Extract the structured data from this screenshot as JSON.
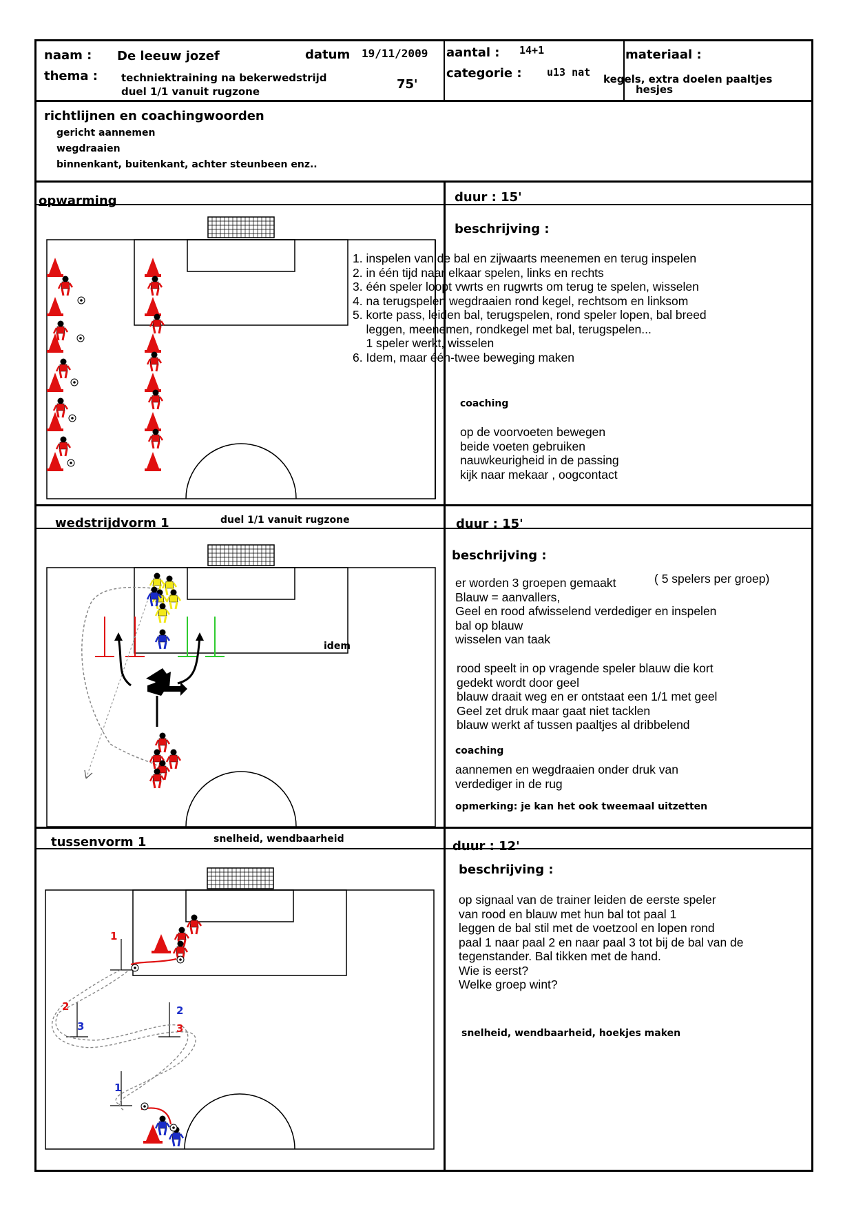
{
  "header": {
    "naam_label": "naam :",
    "naam_value": "De leeuw jozef",
    "datum_label": "datum",
    "datum_value": "19/11/2009",
    "thema_label": "thema :",
    "thema_line1": "techniektraining na bekerwedstrijd",
    "thema_line2": "duel 1/1 vanuit rugzone",
    "duration_total": "75'",
    "aantal_label": "aantal :",
    "aantal_value": "14+1",
    "categorie_label": "categorie :",
    "categorie_value": "u13 nat",
    "materiaal_label": "materiaal :",
    "materiaal_line1": "kegels, extra doelen paaltjes",
    "materiaal_line2": "hesjes"
  },
  "guidelines": {
    "title": "richtlijnen en coachingwoorden",
    "items": [
      "gericht aannemen",
      "wegdraaien",
      "binnenkant, buitenkant, achter steunbeen enz.."
    ]
  },
  "sections": [
    {
      "title": "opwarming",
      "subtitle": "",
      "duur": "duur : 15'",
      "beschrijving_label": "beschrijving :",
      "lines": [
        "1. inspelen van de bal en zijwaarts meenemen en terug inspelen",
        "2. in één tijd naar elkaar spelen, links en rechts",
        "3. één speler loopt vwrts en rugwrts om terug te spelen, wisselen",
        "4. na terugspelen wegdraaien rond kegel, rechtsom en linksom",
        "5. korte pass, leiden bal, terugspelen, rond speler lopen, bal breed",
        "    leggen, meenemen, rondkegel met bal, terugspelen...",
        "    1 speler werkt, wisselen",
        "6. Idem, maar één-twee beweging maken"
      ],
      "coaching_label": "coaching",
      "coaching": [
        "op de voorvoeten bewegen",
        "beide voeten gebruiken",
        "nauwkeurigheid in de passing",
        "kijk naar mekaar , oogcontact"
      ]
    },
    {
      "title": "wedstrijdvorm 1",
      "subtitle": "duel 1/1 vanuit rugzone",
      "duur": "duur : 15'",
      "beschrijving_label": "beschrijving :",
      "groepen": "( 5 spelers per groep)",
      "lines_a": [
        "er worden 3 groepen gemaakt",
        "Blauw = aanvallers,",
        "Geel en rood afwisselend verdediger en inspelen",
        "bal op blauw",
        "wisselen van taak"
      ],
      "lines_b": [
        "rood speelt in op vragende speler blauw die kort",
        "gedekt wordt door geel",
        "blauw draait weg en er ontstaat een 1/1 met geel",
        "Geel zet druk maar gaat niet tacklen",
        "blauw werkt af tussen paaltjes al dribbelend"
      ],
      "coaching_label": "coaching",
      "coaching": [
        "aannemen en wegdraaien onder druk van",
        "verdediger in de rug"
      ],
      "opmerking": "opmerking: je kan het ook tweemaal uitzetten",
      "field_label": "idem"
    },
    {
      "title": "tussenvorm 1",
      "subtitle": "snelheid, wendbaarheid",
      "duur": "duur : 12'",
      "beschrijving_label": "beschrijving :",
      "lines": [
        "op signaal van de trainer leiden de eerste speler",
        "van rood en blauw met hun bal tot paal 1",
        "leggen de bal stil met de voetzool en lopen rond",
        "paal 1 naar paal 2 en naar paal 3 tot bij de bal van de",
        "tegenstander. Bal tikken met de hand.",
        "Wie is eerst?",
        "Welke groep wint?"
      ],
      "note": "snelheid, wendbaarheid, hoekjes maken",
      "pole_labels": {
        "red1": "1",
        "red2": "2",
        "blue3": "3",
        "blue2": "2",
        "red3": "3",
        "blue1": "1"
      }
    }
  ],
  "colors": {
    "red": "#e01010",
    "blue": "#1a2cc8",
    "yellow": "#f2e81a",
    "green": "#2ecc2e"
  }
}
